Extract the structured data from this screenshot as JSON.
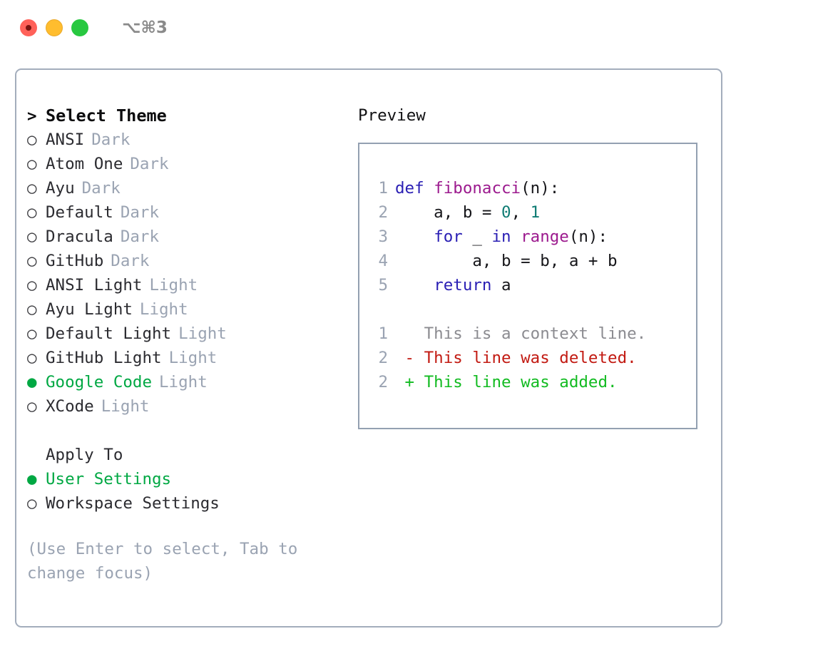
{
  "window": {
    "shortcut_label": "⌥⌘3",
    "traffic_lights": [
      "close",
      "minimize",
      "maximize"
    ]
  },
  "theme_picker": {
    "header_marker": ">",
    "header_label": "Select Theme",
    "items": [
      {
        "marker": "○",
        "name": "ANSI",
        "suffix": "Dark",
        "selected": false
      },
      {
        "marker": "○",
        "name": "Atom One",
        "suffix": "Dark",
        "selected": false
      },
      {
        "marker": "○",
        "name": "Ayu",
        "suffix": "Dark",
        "selected": false
      },
      {
        "marker": "○",
        "name": "Default",
        "suffix": "Dark",
        "selected": false
      },
      {
        "marker": "○",
        "name": "Dracula",
        "suffix": "Dark",
        "selected": false
      },
      {
        "marker": "○",
        "name": "GitHub",
        "suffix": "Dark",
        "selected": false
      },
      {
        "marker": "○",
        "name": "ANSI Light",
        "suffix": "Light",
        "selected": false
      },
      {
        "marker": "○",
        "name": "Ayu Light",
        "suffix": "Light",
        "selected": false
      },
      {
        "marker": "○",
        "name": "Default Light",
        "suffix": "Light",
        "selected": false
      },
      {
        "marker": "○",
        "name": "GitHub Light",
        "suffix": "Light",
        "selected": false
      },
      {
        "marker": "●",
        "name": "Google Code",
        "suffix": "Light",
        "selected": true
      },
      {
        "marker": "○",
        "name": "XCode",
        "suffix": "Light",
        "selected": false
      }
    ]
  },
  "apply_to": {
    "title": "Apply To",
    "items": [
      {
        "marker": "●",
        "name": "User Settings",
        "selected": true
      },
      {
        "marker": "○",
        "name": "Workspace Settings",
        "selected": false
      }
    ]
  },
  "hint": "(Use Enter to select, Tab to change focus)",
  "preview": {
    "label": "Preview",
    "code_lines": [
      {
        "number": "1",
        "tokens": [
          {
            "text": "def ",
            "kind": "kw"
          },
          {
            "text": "fibonacci",
            "kind": "fn"
          },
          {
            "text": "(n):",
            "kind": "plain"
          }
        ]
      },
      {
        "number": "2",
        "tokens": [
          {
            "text": "    a, b = ",
            "kind": "plain"
          },
          {
            "text": "0",
            "kind": "num"
          },
          {
            "text": ", ",
            "kind": "plain"
          },
          {
            "text": "1",
            "kind": "num"
          }
        ]
      },
      {
        "number": "3",
        "tokens": [
          {
            "text": "    ",
            "kind": "plain"
          },
          {
            "text": "for",
            "kind": "kw"
          },
          {
            "text": " _ ",
            "kind": "plain"
          },
          {
            "text": "in",
            "kind": "kw"
          },
          {
            "text": " ",
            "kind": "plain"
          },
          {
            "text": "range",
            "kind": "fn"
          },
          {
            "text": "(n):",
            "kind": "plain"
          }
        ]
      },
      {
        "number": "4",
        "tokens": [
          {
            "text": "        a, b = b, a + b",
            "kind": "plain"
          }
        ]
      },
      {
        "number": "5",
        "tokens": [
          {
            "text": "    ",
            "kind": "plain"
          },
          {
            "text": "return",
            "kind": "kw"
          },
          {
            "text": " a",
            "kind": "plain"
          }
        ]
      }
    ],
    "diff_lines": [
      {
        "number": "1",
        "sign": " ",
        "text": "This is a context line.",
        "kind": "ctx"
      },
      {
        "number": "2",
        "sign": "-",
        "text": "This line was deleted.",
        "kind": "del"
      },
      {
        "number": "2",
        "sign": "+",
        "text": "This line was added.",
        "kind": "add"
      }
    ]
  },
  "colors": {
    "accent_green": "#00a843",
    "muted_grey": "#9aa3b2",
    "border": "#93a0b1",
    "keyword": "#2a1fb4",
    "function": "#9c1a8e",
    "number": "#0f7c74",
    "diff_deleted": "#c21a12",
    "diff_added": "#12bb21",
    "traffic_close": "#ff6159",
    "traffic_minimize": "#ffbd2e",
    "traffic_maximize": "#28c840"
  }
}
